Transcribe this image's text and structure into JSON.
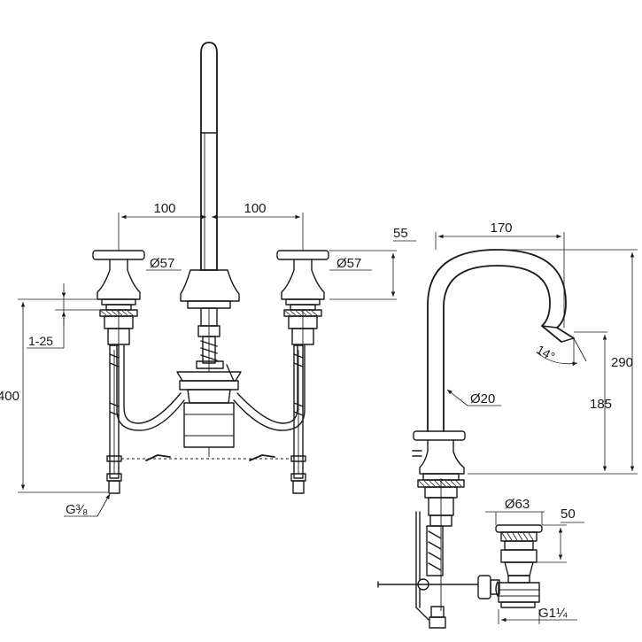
{
  "dimensions": {
    "left_spacing": "100",
    "right_spacing": "100",
    "handle_diameter_center": "Ø57",
    "handle_diameter_right": "Ø57",
    "handle_height": "55",
    "deck_thickness": "1-25",
    "supply_length": "400",
    "supply_thread": "G³⁄₈",
    "spout_reach": "170",
    "spout_height": "290",
    "outlet_height": "185",
    "spout_diameter": "Ø20",
    "outlet_angle": "14°",
    "drain_diameter": "Ø63",
    "drain_height": "50",
    "drain_thread": "G1¼"
  }
}
